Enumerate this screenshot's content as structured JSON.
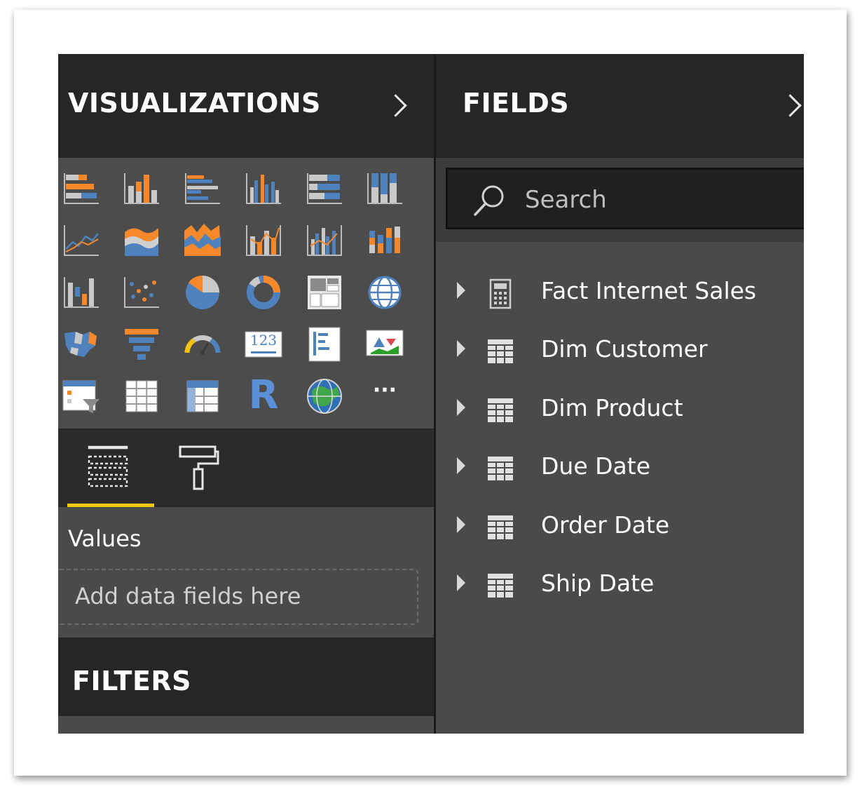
{
  "visualizations": {
    "title": "VISUALIZATIONS",
    "gallery_icons": [
      "stacked-bar-chart-icon",
      "stacked-column-chart-icon",
      "clustered-bar-chart-icon",
      "clustered-column-chart-icon",
      "100-stacked-bar-chart-icon",
      "100-stacked-column-chart-icon",
      "line-chart-icon",
      "area-chart-icon",
      "stacked-area-chart-icon",
      "line-and-stacked-column-chart-icon",
      "line-and-clustered-column-chart-icon",
      "ribbon-chart-icon",
      "waterfall-chart-icon",
      "scatter-chart-icon",
      "pie-chart-icon",
      "donut-chart-icon",
      "treemap-icon",
      "map-icon",
      "filled-map-icon",
      "funnel-icon",
      "gauge-icon",
      "card-icon",
      "multi-row-card-icon",
      "kpi-icon",
      "slicer-icon",
      "table-icon",
      "matrix-icon",
      "r-script-visual-icon",
      "arcgis-map-icon",
      "more-visuals-icon"
    ],
    "r_visual_label": "R",
    "card_label": "123",
    "more_label": "···",
    "tabs": [
      {
        "name": "fields-tab",
        "icon": "fields-well-icon"
      },
      {
        "name": "format-tab",
        "icon": "paint-roller-icon"
      }
    ],
    "values_label": "Values",
    "dropzone_text": "Add data fields here",
    "filters_title": "FILTERS"
  },
  "fields": {
    "title": "FIELDS",
    "search_placeholder": "Search",
    "tables": [
      {
        "label": "Fact Internet Sales",
        "icon": "calculator-icon"
      },
      {
        "label": "Dim Customer",
        "icon": "table-icon"
      },
      {
        "label": "Dim Product",
        "icon": "table-icon"
      },
      {
        "label": "Due Date",
        "icon": "table-icon"
      },
      {
        "label": "Order Date",
        "icon": "table-icon"
      },
      {
        "label": "Ship Date",
        "icon": "table-icon"
      }
    ]
  },
  "colors": {
    "header_bg": "#262626",
    "pane_bg": "#4a4a4a",
    "accent_yellow": "#f2c811",
    "chart_blue": "#4f81bd",
    "chart_orange": "#f5882a"
  }
}
